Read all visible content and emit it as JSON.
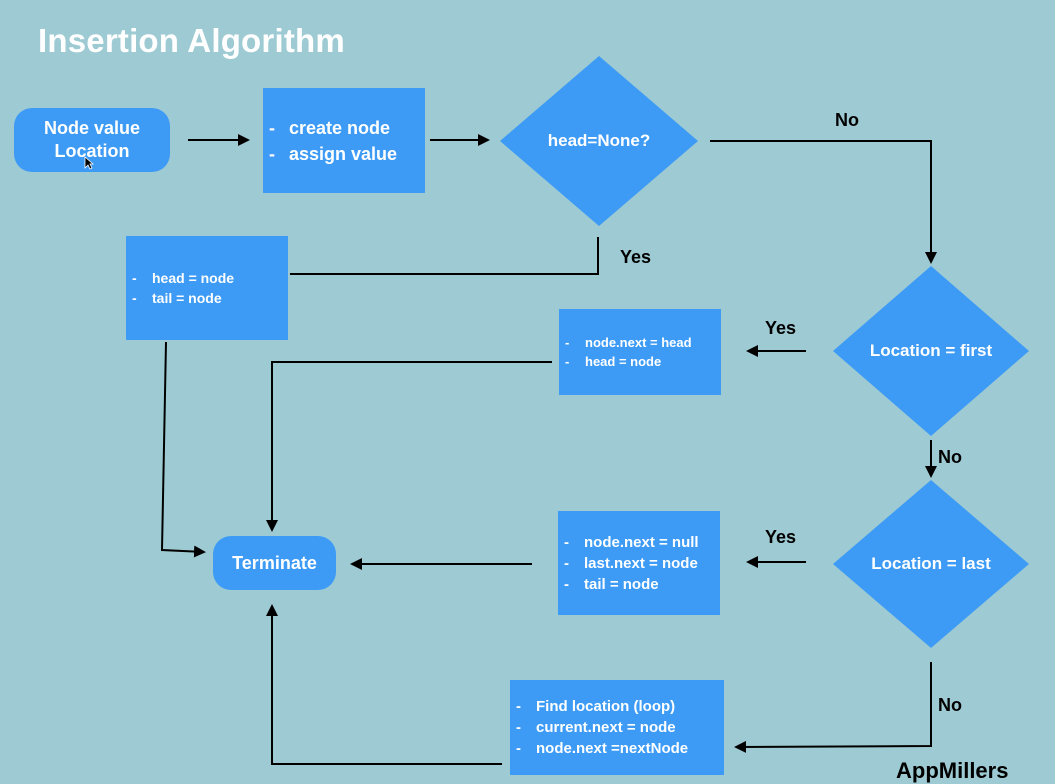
{
  "title": "Insertion Algorithm",
  "watermark": "AppMillers",
  "colors": {
    "background": "#9ecbd3",
    "node": "#3d9bf5",
    "text": "#ffffff",
    "edge": "#000000"
  },
  "nodes": {
    "start": {
      "line1": "Node value",
      "line2": "Location"
    },
    "create": {
      "items": [
        "create node",
        "assign value"
      ]
    },
    "head_check": {
      "label": "head=None?"
    },
    "empty_assign": {
      "items": [
        "head = node",
        "tail = node"
      ]
    },
    "location_first": {
      "label": "Location = first"
    },
    "first_assign": {
      "items": [
        "node.next = head",
        "head = node"
      ]
    },
    "location_last": {
      "label": "Location = last"
    },
    "last_assign": {
      "items": [
        "node.next = null",
        "last.next = node",
        "tail = node"
      ]
    },
    "middle_assign": {
      "items": [
        "Find location (loop)",
        "current.next = node",
        "node.next =nextNode"
      ]
    },
    "terminate": {
      "label": "Terminate"
    }
  },
  "edge_labels": {
    "head_no": "No",
    "head_yes": "Yes",
    "first_yes": "Yes",
    "first_no": "No",
    "last_yes": "Yes",
    "last_no": "No"
  }
}
